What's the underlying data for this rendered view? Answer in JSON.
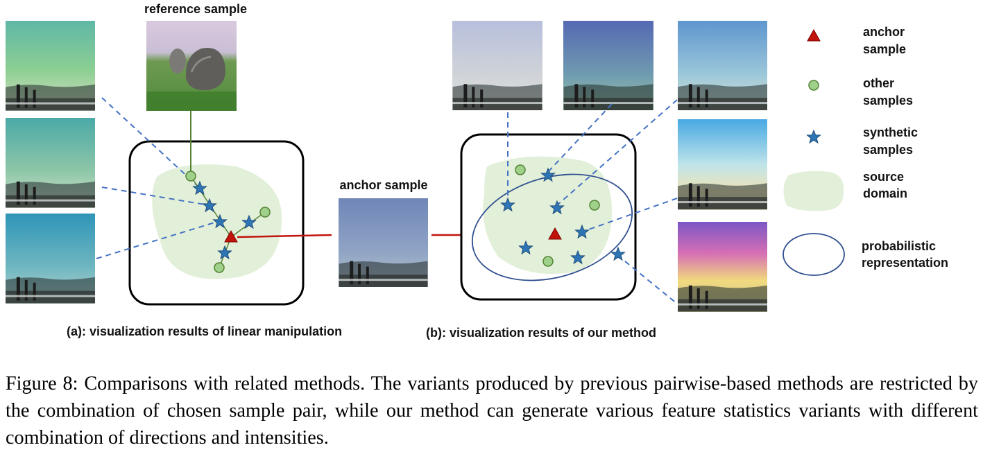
{
  "panel_a": {
    "reference_label": "reference sample",
    "title": "(a): visualization results of linear manipulation"
  },
  "center": {
    "anchor_label": "anchor sample"
  },
  "panel_b": {
    "title": "(b): visualization results of our method"
  },
  "legend": {
    "anchor": [
      "anchor",
      "sample"
    ],
    "other": [
      "other",
      "samples"
    ],
    "synthetic": [
      "synthetic",
      "samples"
    ],
    "source": [
      "source",
      "domain"
    ],
    "probabilistic": [
      "probabilistic",
      "representation"
    ]
  },
  "caption": {
    "text": "Figure 8: Comparisons with related methods. The variants produced by previous pairwise-based methods are restricted by the combination of chosen sample pair, while our method can generate various feature statistics variants with different combination of directions and intensities."
  },
  "colors": {
    "anchor": "#c0140c",
    "other": "#9fd18a",
    "synthetic": "#2e75b6",
    "source_domain": "#e2efd9",
    "ellipse": "#2f4f8f",
    "dashed_line": "#4472c4",
    "reference_line": "#548235"
  }
}
